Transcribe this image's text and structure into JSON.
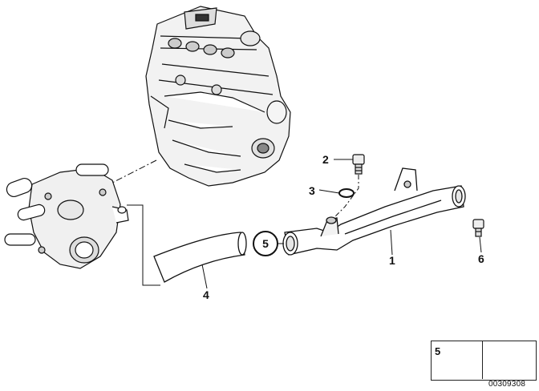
{
  "callouts": {
    "pipe": "1",
    "bolt_top": "2",
    "seal_ring": "3",
    "hose": "4",
    "clamp_ref": "5",
    "bolt_right": "6"
  },
  "legend": {
    "item_number": "5"
  },
  "reference_code": "00309308",
  "icons": [
    "engine-block-illustration",
    "water-pump-illustration",
    "coolant-pipe-illustration",
    "hose-illustration",
    "hose-clamp-icon",
    "arrow-marker-icon"
  ],
  "colors": {
    "line": "#111111",
    "background": "#ffffff",
    "fill_gray": "#d9d9d9"
  }
}
